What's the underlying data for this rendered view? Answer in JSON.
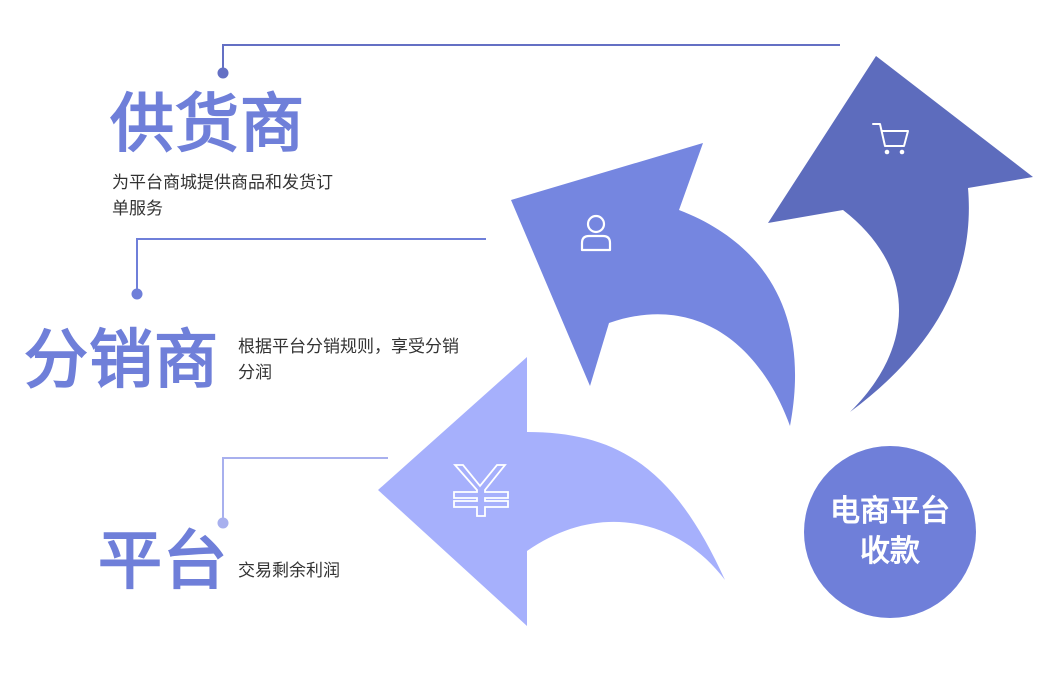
{
  "supplier": {
    "title": "供货商",
    "description": "为平台商城提供商品和发货订单服务",
    "icon": "cart-icon"
  },
  "distributor": {
    "title": "分销商",
    "description": "根据平台分销规则，享受分销分润",
    "icon": "user-icon"
  },
  "platform": {
    "title": "平台",
    "description": "交易剩余利润",
    "icon": "yuan-icon"
  },
  "center": {
    "label": "电商平台收款"
  },
  "colors": {
    "supplier_arrow": "#5d6cbd",
    "distributor_arrow": "#7586e0",
    "platform_arrow": "#a6b0fc",
    "title_text": "#6f7fd9",
    "badge": "#6f7fd9",
    "connector_dark": "#6470c4",
    "connector_light": "#a8b0ee"
  }
}
